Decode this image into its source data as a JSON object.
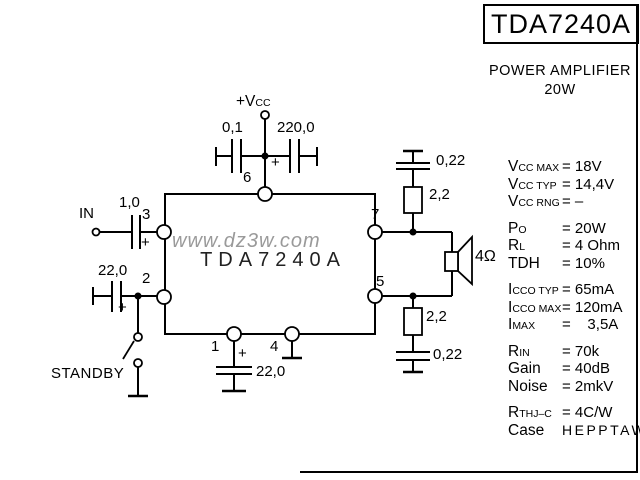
{
  "header": {
    "title": "TDA7240A",
    "subtitle1": "POWER AMPLIFIER",
    "subtitle2": "20W"
  },
  "specs": {
    "groups": [
      {
        "rows": [
          {
            "base": "V",
            "sub": "CC MAX",
            "value": "= 18V"
          },
          {
            "base": "V",
            "sub": "CC TYP",
            "value": "= 14,4V"
          },
          {
            "base": "V",
            "sub": "CC RNG",
            "value": "= –"
          }
        ]
      },
      {
        "rows": [
          {
            "base": "P",
            "sub": "O",
            "value": "= 20W"
          },
          {
            "base": "R",
            "sub": "L",
            "value": "= 4 Ohm"
          },
          {
            "base": "TDH",
            "sub": "",
            "value": "= 10%"
          }
        ]
      },
      {
        "rows": [
          {
            "base": "I",
            "sub": "CCO TYP",
            "value": "= 65mA"
          },
          {
            "base": "I",
            "sub": "CCO MAX",
            "value": "= 120mA"
          },
          {
            "base": "I",
            "sub": "MAX",
            "value": "=    3,5A"
          }
        ]
      },
      {
        "rows": [
          {
            "base": "R",
            "sub": "IN",
            "value": "= 70k"
          },
          {
            "base": "Gain",
            "sub": "",
            "value": "= 40dB"
          },
          {
            "base": "Noise",
            "sub": "",
            "value": "= 2mkV"
          }
        ]
      },
      {
        "rows": [
          {
            "base": "R",
            "sub": "THJ–C",
            "value": "= 4C/W"
          },
          {
            "base": "Case",
            "sub": "",
            "value": "HEPPTAWATT",
            "spaced": true
          }
        ]
      }
    ]
  },
  "schematic": {
    "ic_label": "TDA7240A",
    "watermark": "www.dz3w.com",
    "vcc": {
      "base": "+V",
      "sub": "CC"
    },
    "pins": {
      "p1": "1",
      "p2": "2",
      "p3": "3",
      "p4": "4",
      "p5": "5",
      "p6": "6",
      "p7": "7"
    },
    "labels": {
      "in": "IN",
      "standby": "STANDBY",
      "plus": "+",
      "cap_supply_small": "0,1",
      "cap_supply_big": "220,0",
      "cap_input": "1,0",
      "cap_pin2": "22,0",
      "cap_pin1": "22,0",
      "res_zobel_top": "2,2",
      "cap_zobel_top": "0,22",
      "res_zobel_bot": "2,2",
      "cap_zobel_bot": "0,22",
      "speaker": "4Ω"
    }
  }
}
